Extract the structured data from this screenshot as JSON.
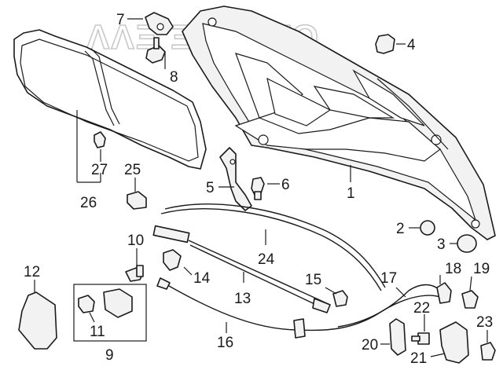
{
  "watermark": "ΛΛΞ ΞΞΛБΤΟ",
  "labels": {
    "l1": "1",
    "l2": "2",
    "l3": "3",
    "l4": "4",
    "l5": "5",
    "l6": "6",
    "l7": "7",
    "l8": "8",
    "l9": "9",
    "l10": "10",
    "l11": "11",
    "l12": "12",
    "l13": "13",
    "l14": "14",
    "l15": "15",
    "l16": "16",
    "l17": "17",
    "l18": "18",
    "l19": "19",
    "l20": "20",
    "l21": "21",
    "l22": "22",
    "l23": "23",
    "l24": "24",
    "l25": "25",
    "l26": "26",
    "l27": "27"
  }
}
